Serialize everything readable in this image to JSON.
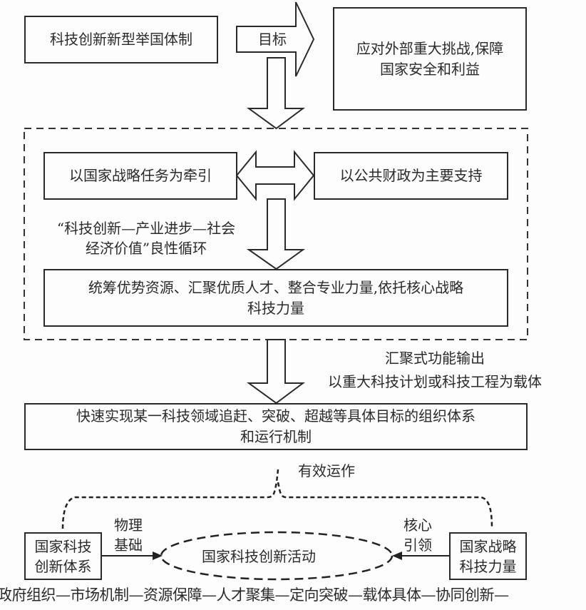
{
  "diagram": {
    "top_box": "科技创新新型举国体制",
    "goal_arrow_label": "目标",
    "goal_box_line1": "应对外部重大挑战,保障",
    "goal_box_line2": "国家安全和利益",
    "left_driver_box": "以国家战略任务为牵引",
    "right_support_box": "以公共财政为主要支持",
    "cycle_note_line1": "“科技创新—产业进步—社会",
    "cycle_note_line2": "经济价值”良性循环",
    "integration_box_line1": "统筹优势资源、汇聚优质人才、整合专业力量,依托核心战略",
    "integration_box_line2": "科技力量",
    "output_label_line1": "汇聚式功能输出",
    "output_label_line2": "以重大科技计划或科技工程为载体",
    "result_box_line1": "快速实现某一科技领域追赶、突破、超越等具体目标的组织体系",
    "result_box_line2": "和运行机制",
    "effective_operation_label": "有效运作",
    "national_system_box_line1": "国家科技",
    "national_system_box_line2": "创新体系",
    "physical_basis_line1": "物理",
    "physical_basis_line2": "基础",
    "activity_ellipse": "国家科技创新活动",
    "core_lead_line1": "核心",
    "core_lead_line2": "引领",
    "strategic_force_box_line1": "国家战略",
    "strategic_force_box_line2": "科技力量",
    "bottom_chain": "政府组织—市场机制—资源保障—人才聚集—定向突破—载体具体—协同创新—"
  }
}
